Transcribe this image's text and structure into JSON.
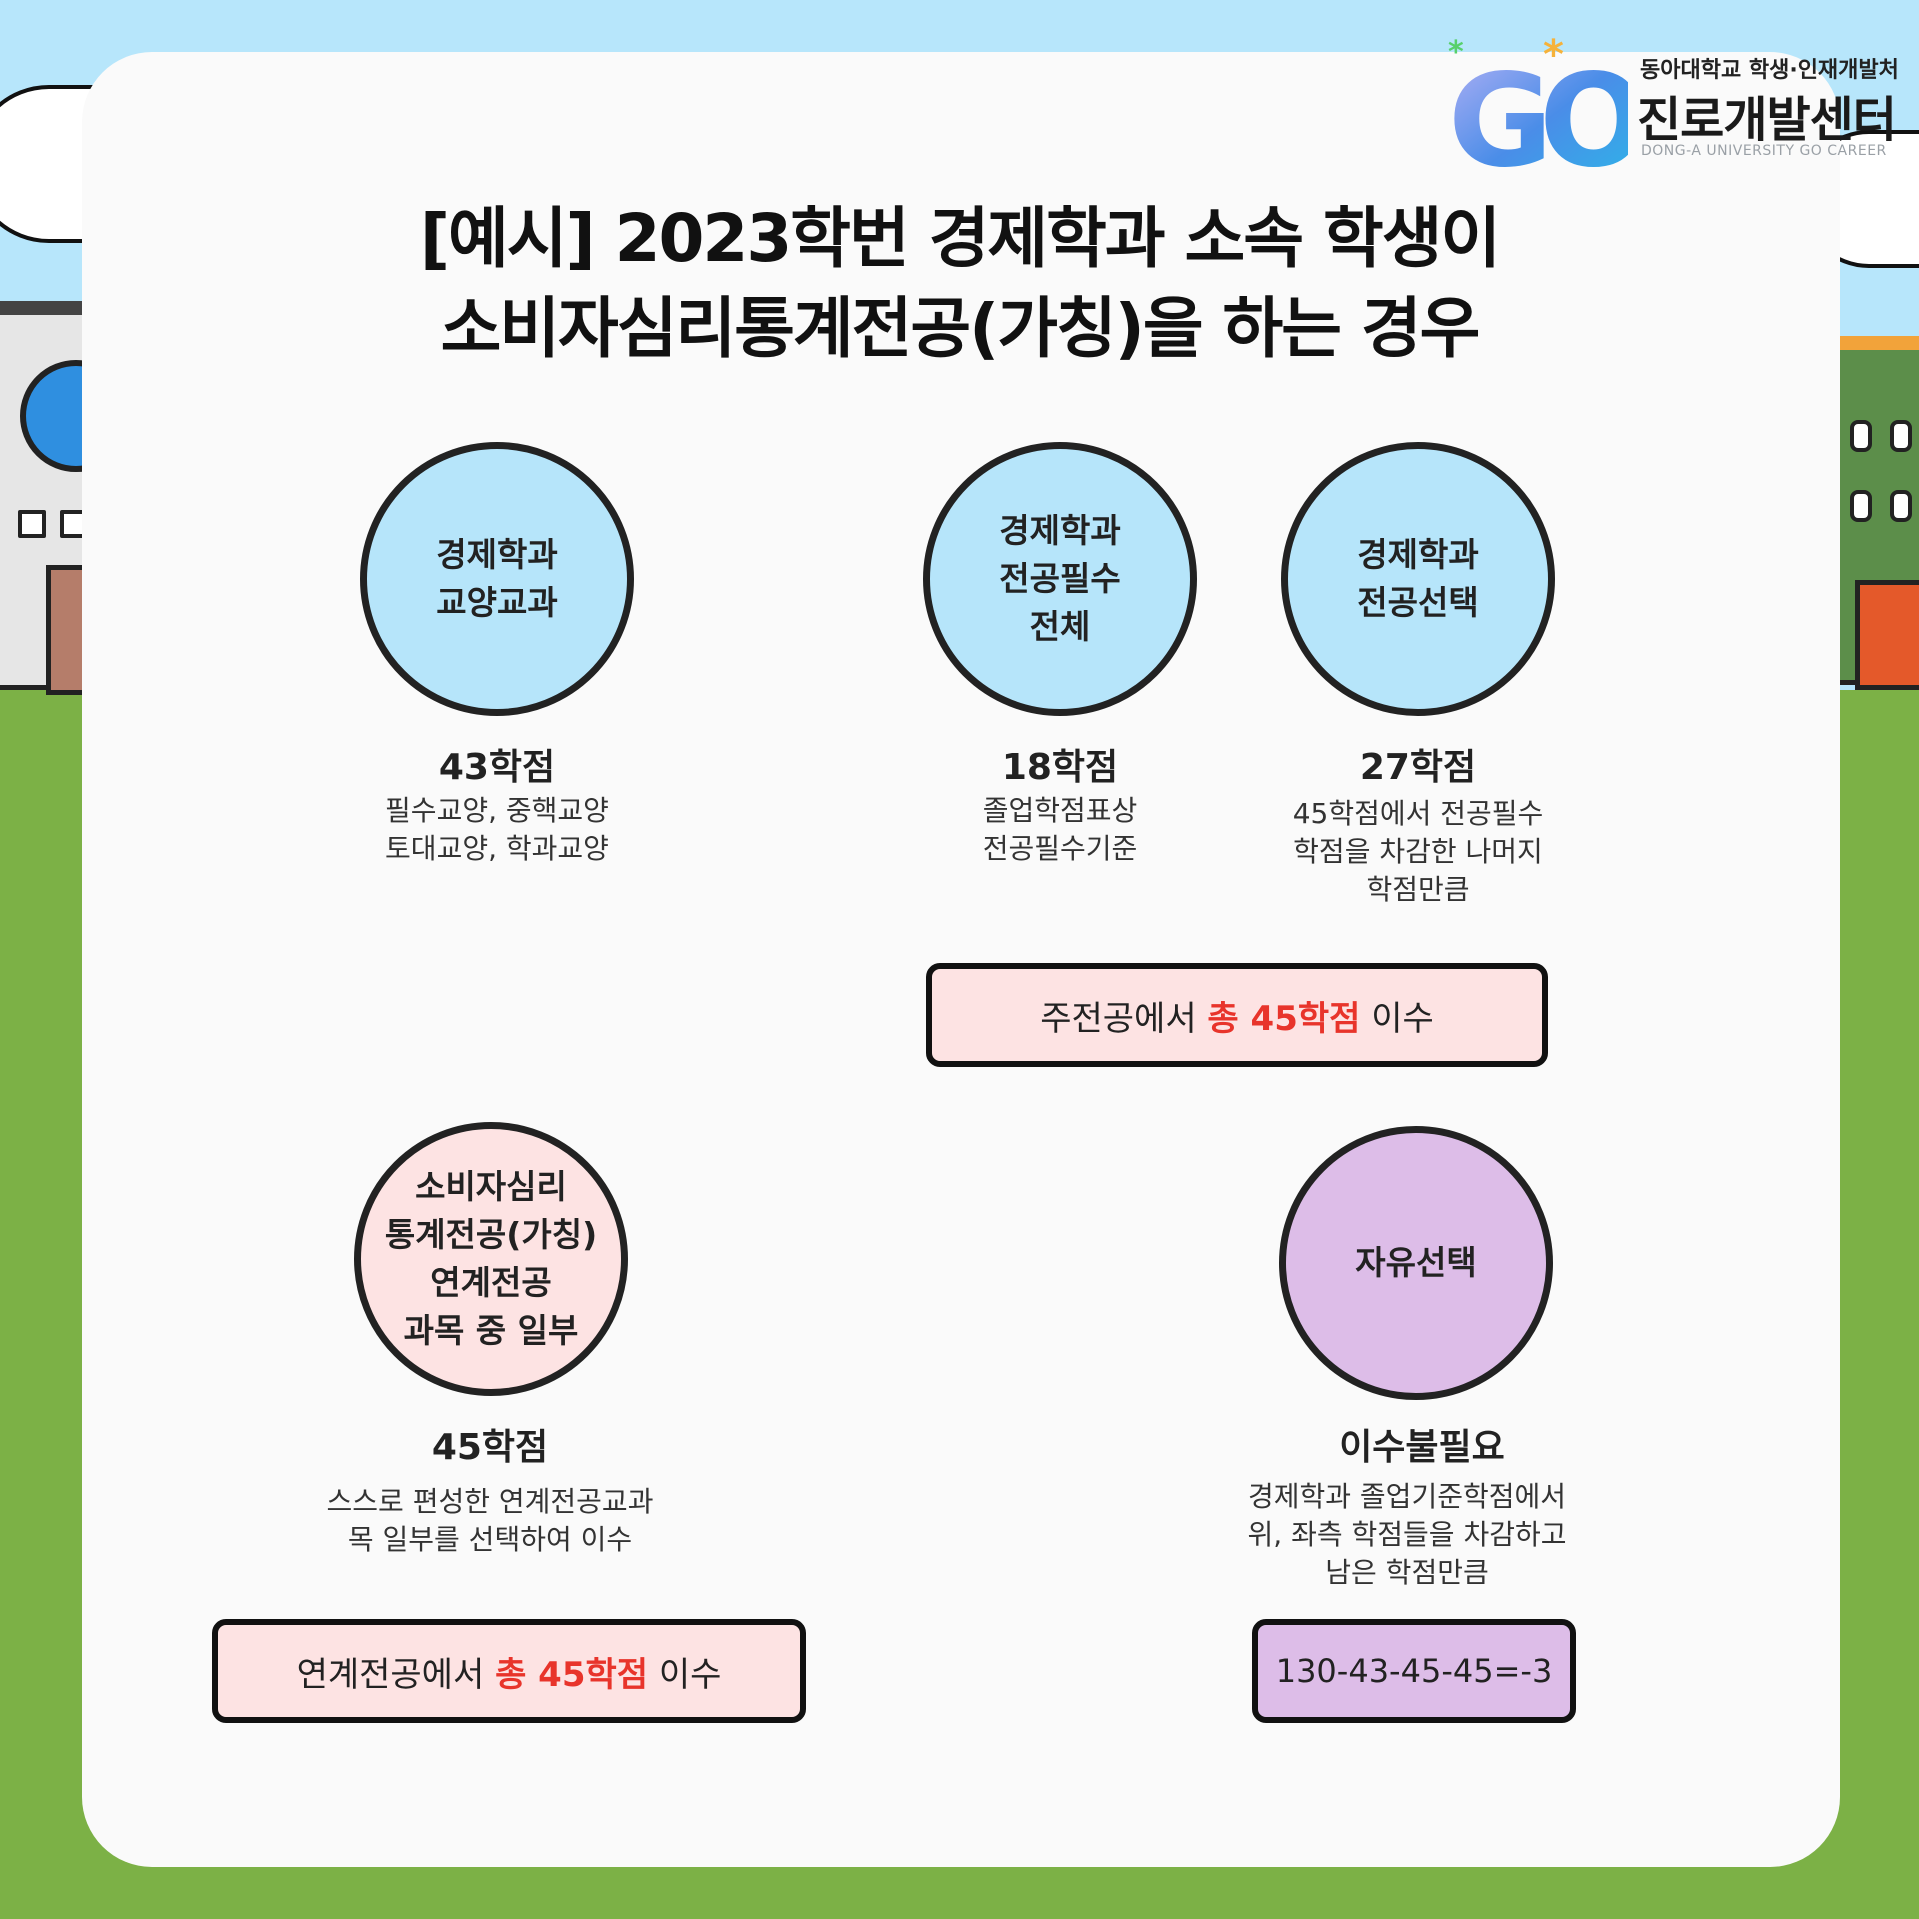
{
  "logo": {
    "mark": "GO",
    "org": "동아대학교 학생·인재개발처",
    "name": "진로개발센터",
    "english": "DONG-A UNIVERSITY GO CAREER"
  },
  "title": {
    "line1": "[예시] 2023학번 경제학과 소속 학생이",
    "line2": "소비자심리통계전공(가칭)을 하는 경우"
  },
  "cards": [
    {
      "circle": "경제학과\n교양교과",
      "credits": "43학점",
      "desc": "필수교양, 중핵교양\n토대교양, 학과교양",
      "color": "#b6e5fa"
    },
    {
      "circle": "경제학과\n전공필수\n전체",
      "credits": "18학점",
      "desc": "졸업학점표상\n전공필수기준",
      "color": "#b6e5fa"
    },
    {
      "circle": "경제학과\n전공선택",
      "credits": "27학점",
      "desc": "45학점에서 전공필수\n학점을 차감한 나머지\n학점만큼",
      "color": "#b6e5fa"
    },
    {
      "circle": "소비자심리\n통계전공(가칭)\n연계전공\n과목 중 일부",
      "credits": "45학점",
      "desc": "스스로 편성한 연계전공교과\n목 일부를 선택하여 이수",
      "color": "#fde3e3"
    },
    {
      "circle": "자유선택",
      "credits": "이수불필요",
      "desc": "경제학과 졸업기준학점에서\n위, 좌측 학점들을 차감하고\n남은 학점만큼",
      "color": "#ddbde8"
    }
  ],
  "boxes": {
    "major": {
      "pre": "주전공에서 ",
      "highlight": "총 45학점",
      "post": " 이수"
    },
    "linked": {
      "pre": "연계전공에서 ",
      "highlight": "총 45학점",
      "post": " 이수"
    },
    "formula": "130-43-45-45=-3"
  },
  "colors": {
    "highlight": "#e8342b",
    "ground": "#7cb146",
    "sky": "#b7e6fb"
  }
}
